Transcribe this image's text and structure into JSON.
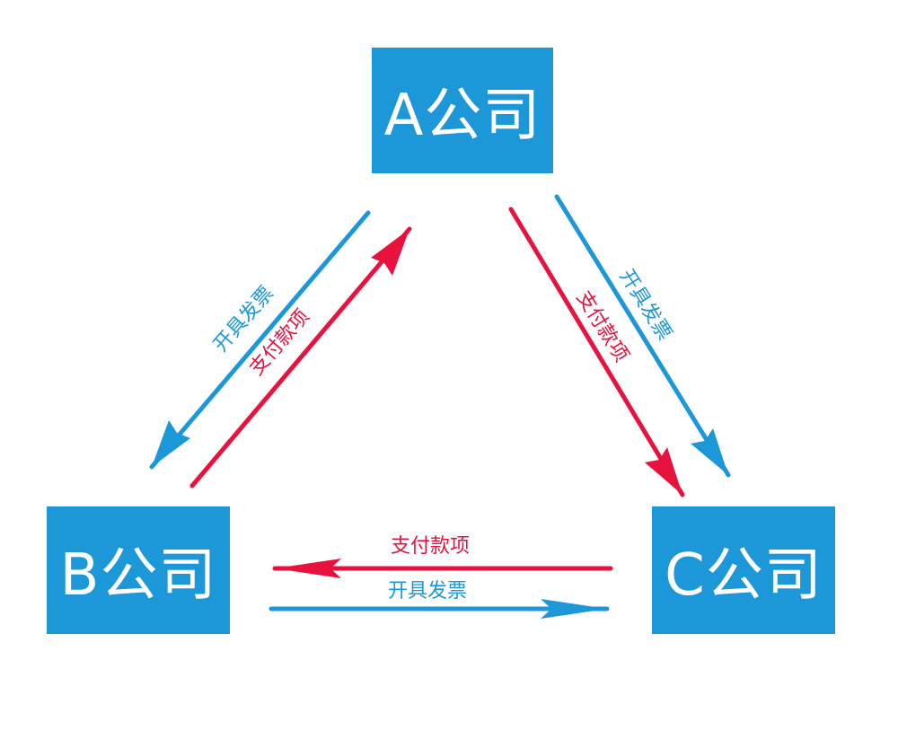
{
  "colors": {
    "box": "#1c97d8",
    "invoice": "#1c97d8",
    "payment": "#e8123e"
  },
  "nodes": {
    "a": "A公司",
    "b": "B公司",
    "c": "C公司"
  },
  "labels": {
    "a_to_b_invoice": "开具发票",
    "b_to_a_payment": "支付款项",
    "a_to_c_payment": "支付款项",
    "a_to_c_invoice": "开具发票",
    "c_to_b_payment": "支付款项",
    "b_to_c_invoice": "开具发票"
  }
}
